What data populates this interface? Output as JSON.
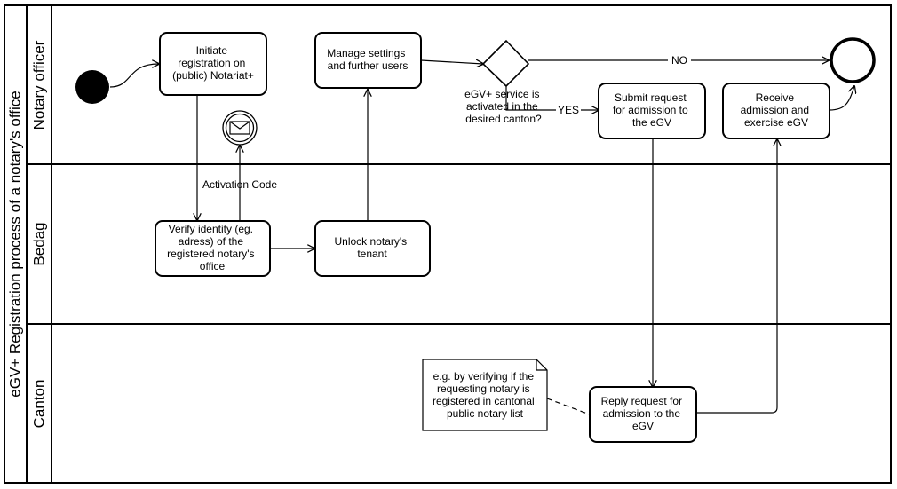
{
  "pool": {
    "title": "eGV+ Registration process of a notary's office"
  },
  "lanes": [
    {
      "id": "notary",
      "label": "Notary officer"
    },
    {
      "id": "bedag",
      "label": "Bedag"
    },
    {
      "id": "canton",
      "label": "Canton"
    }
  ],
  "tasks": {
    "initiate": [
      "Initiate",
      "registration on",
      "(public) Notariat+"
    ],
    "manage": [
      "Manage settings",
      "and further users"
    ],
    "submit": [
      "Submit request",
      "for admission to",
      "the eGV"
    ],
    "receive": [
      "Receive",
      "admission and",
      "exercise eGV"
    ],
    "verify": [
      "Verify identity (eg.",
      "adress) of the",
      "registered notary's",
      "office"
    ],
    "unlock": [
      "Unlock notary's",
      "tenant"
    ],
    "reply": [
      "Reply request for",
      "admission to the",
      "eGV"
    ]
  },
  "gateway": {
    "question": [
      "eGV+ service is",
      "activated in the",
      "desired canton?"
    ]
  },
  "flow_labels": {
    "yes": "YES",
    "no": "NO",
    "activation_code": "Activation Code"
  },
  "annotation": {
    "lines": [
      "e.g. by verifying if the",
      "requesting notary is",
      "registered in cantonal",
      "public notary list"
    ]
  }
}
